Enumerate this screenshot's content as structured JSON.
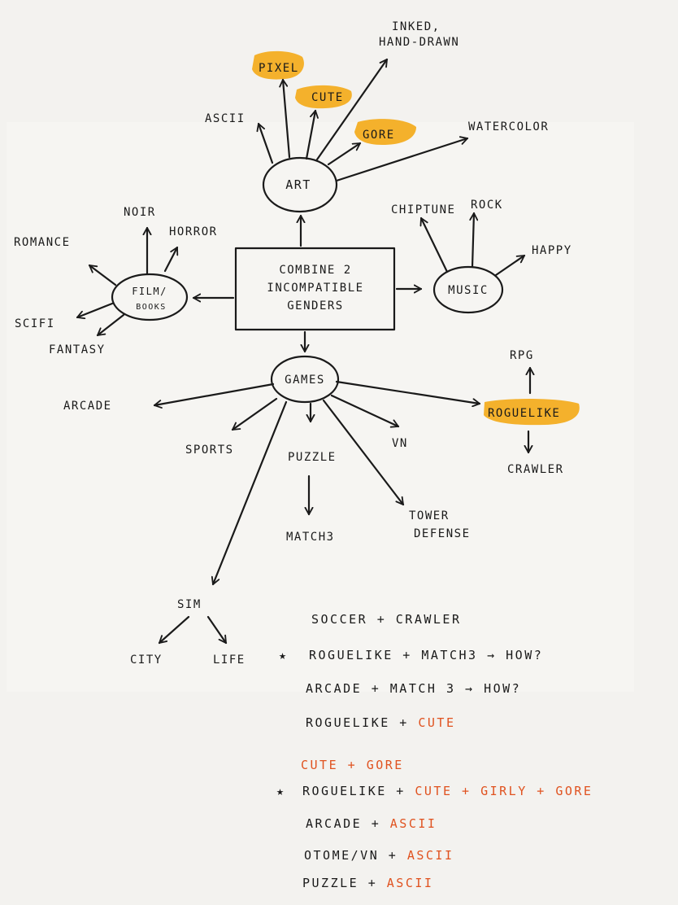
{
  "center": {
    "line1": "COMBINE 2",
    "line2": "INCOMPATIBLE",
    "line3": "GENDERS"
  },
  "art": {
    "label": "ART",
    "children": {
      "ascii": "ASCII",
      "pixel": "PIXEL",
      "cute": "CUTE",
      "inked_1": "INKED,",
      "inked_2": "HAND-DRAWN",
      "gore": "GORE",
      "watercolor": "WATERCOLOR"
    },
    "highlighted": [
      "PIXEL",
      "CUTE",
      "GORE"
    ]
  },
  "music": {
    "label": "MUSIC",
    "children": {
      "chiptune": "CHIPTUNE",
      "rock": "ROCK",
      "happy": "HAPPY"
    }
  },
  "film": {
    "label_1": "FILM/",
    "label_2": "BOOKS",
    "children": {
      "noir": "NOIR",
      "horror": "HORROR",
      "romance": "ROMANCE",
      "scifi": "SCIFI",
      "fantasy": "FANTASY"
    }
  },
  "games": {
    "label": "GAMES",
    "children": {
      "arcade": "ARCADE",
      "sports": "SPORTS",
      "puzzle": "PUZZLE",
      "match3": "MATCH3",
      "vn": "VN",
      "tower_1": "TOWER",
      "tower_2": "DEFENSE",
      "roguelike": "ROGUELIKE",
      "rpg": "RPG",
      "crawler": "CRAWLER",
      "sim": "SIM",
      "city": "CITY",
      "life": "LIFE"
    },
    "highlighted": [
      "ROGUELIKE"
    ]
  },
  "highlight_color": "#f4b12c",
  "accent_color": "#e0521f",
  "notes": {
    "n1": {
      "a": "SOCCER + CRAWLER"
    },
    "n2": {
      "star": "★",
      "a": "ROGUELIKE + MATCH3 → HOW?"
    },
    "n3": {
      "a": "ARCADE + MATCH 3 → HOW?"
    },
    "n4": {
      "a": "ROGUELIKE + ",
      "b": "CUTE"
    },
    "n5": {
      "b": "CUTE + GORE"
    },
    "n6": {
      "star": "★",
      "a": "ROGUELIKE + ",
      "b": "CUTE + GIRLY + GORE"
    },
    "n7": {
      "a": "ARCADE + ",
      "b": "ASCII"
    },
    "n8": {
      "a": "OTOME/VN + ",
      "b": "ASCII"
    },
    "n9": {
      "a": "PUZZLE + ",
      "b": "ASCII"
    }
  }
}
